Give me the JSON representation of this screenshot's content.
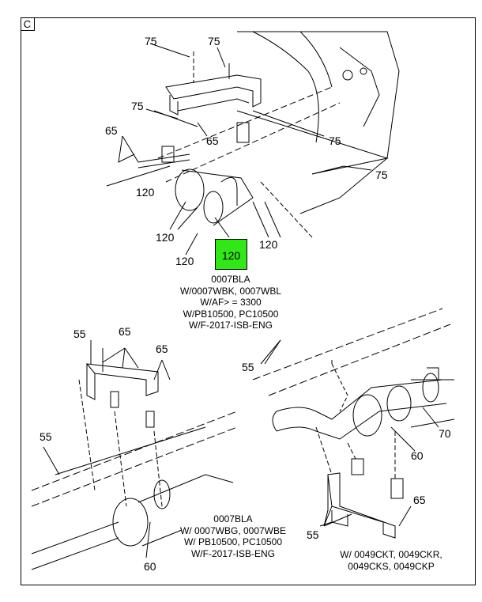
{
  "section_label": "C",
  "highlight_part": "120",
  "callouts": {
    "top_75_a": "75",
    "top_75_b": "75",
    "top_75_c": "75",
    "top_75_d": "75",
    "top_75_e": "75",
    "top_65_a": "65",
    "top_65_b": "65",
    "top_120_a": "120",
    "top_120_b": "120",
    "top_120_c": "120",
    "top_120_d": "120",
    "bl_55_a": "55",
    "bl_55_b": "55",
    "bl_65_a": "65",
    "bl_65_b": "65",
    "bl_60": "60",
    "br_55_a": "55",
    "br_55_b": "55",
    "br_70": "70",
    "br_60": "60",
    "br_65": "65"
  },
  "notes": {
    "top": [
      "0007BLA",
      "W/0007WBK, 0007WBL",
      "W/AF> = 3300",
      "W/PB10500, PC10500",
      "W/F-2017-ISB-ENG"
    ],
    "bottom_left": [
      "0007BLA",
      "W/ 0007WBG, 0007WBE",
      "W/ PB10500, PC10500",
      "W/F-2017-ISB-ENG"
    ],
    "bottom_right": [
      "W/ 0049CKT, 0049CKR,",
      "0049CKS, 0049CKP"
    ]
  },
  "colors": {
    "highlight": "#33e619",
    "lines": "#000000"
  }
}
